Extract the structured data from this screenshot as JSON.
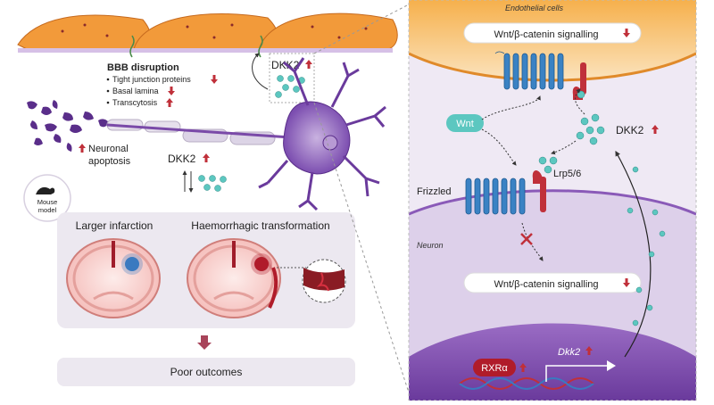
{
  "left": {
    "bbb_title": "BBB disruption",
    "bbb_items": [
      "Tight junction proteins",
      "Basal lamina",
      "Transcytosis"
    ],
    "dkk2_top": "DKK2",
    "neuronal": [
      "Neuronal",
      "apoptosis"
    ],
    "dkk2_mid": "DKK2",
    "mouse": [
      "Mouse",
      "model"
    ],
    "larger_infarction": "Larger infarction",
    "haemorrhagic": "Haemorrhagic transformation",
    "poor_outcomes": "Poor outcomes"
  },
  "right": {
    "endothelial_label": "Endothelial cells",
    "wnt_top": "Wnt/β-catenin signalling",
    "wnt_pill": "Wnt",
    "dkk2": "DKK2",
    "frizzled": "Frizzled",
    "lrp": "Lrp5/6",
    "neuron_label": "Neuron",
    "wnt_bottom": "Wnt/β-catenin signalling",
    "rxra": "RXRα",
    "dkk2_gene": "Dkk2"
  },
  "colors": {
    "endothelial": "#f0a040",
    "neuron": "#7a4aa8",
    "receptor": "#2b78b8",
    "lrp": "#c0303a",
    "dkk2_particle": "#5cc7c0",
    "up_arrow": "#c0303a",
    "down_arrow": "#c0303a",
    "panel_bg": "#ece8f0"
  }
}
